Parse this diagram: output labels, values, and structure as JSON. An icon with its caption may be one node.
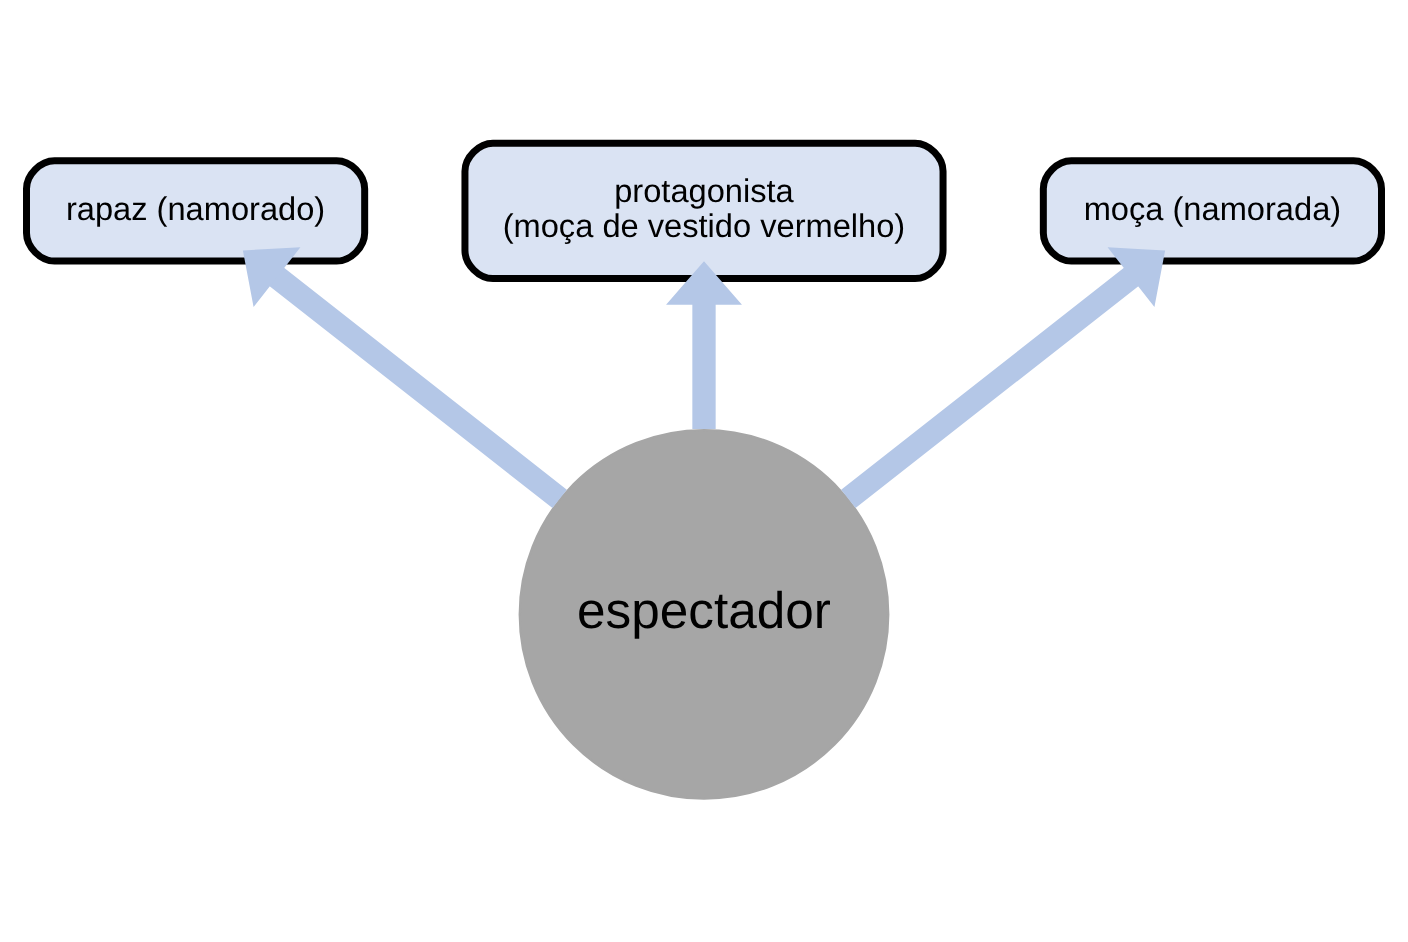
{
  "diagram": {
    "nodes": [
      {
        "text": [
          "espectador"
        ]
      },
      {
        "text": [
          "rapaz (namorado)"
        ]
      },
      {
        "text": [
          "protagonista",
          "(moça de vestido vermelho)"
        ]
      },
      {
        "text": [
          "moça (namorada)"
        ]
      }
    ],
    "edges": [
      {
        "from": 0,
        "to": 1,
        "arrow": "to"
      },
      {
        "from": 0,
        "to": 2,
        "arrow": "to"
      },
      {
        "from": 0,
        "to": 3,
        "arrow": "to"
      }
    ]
  }
}
